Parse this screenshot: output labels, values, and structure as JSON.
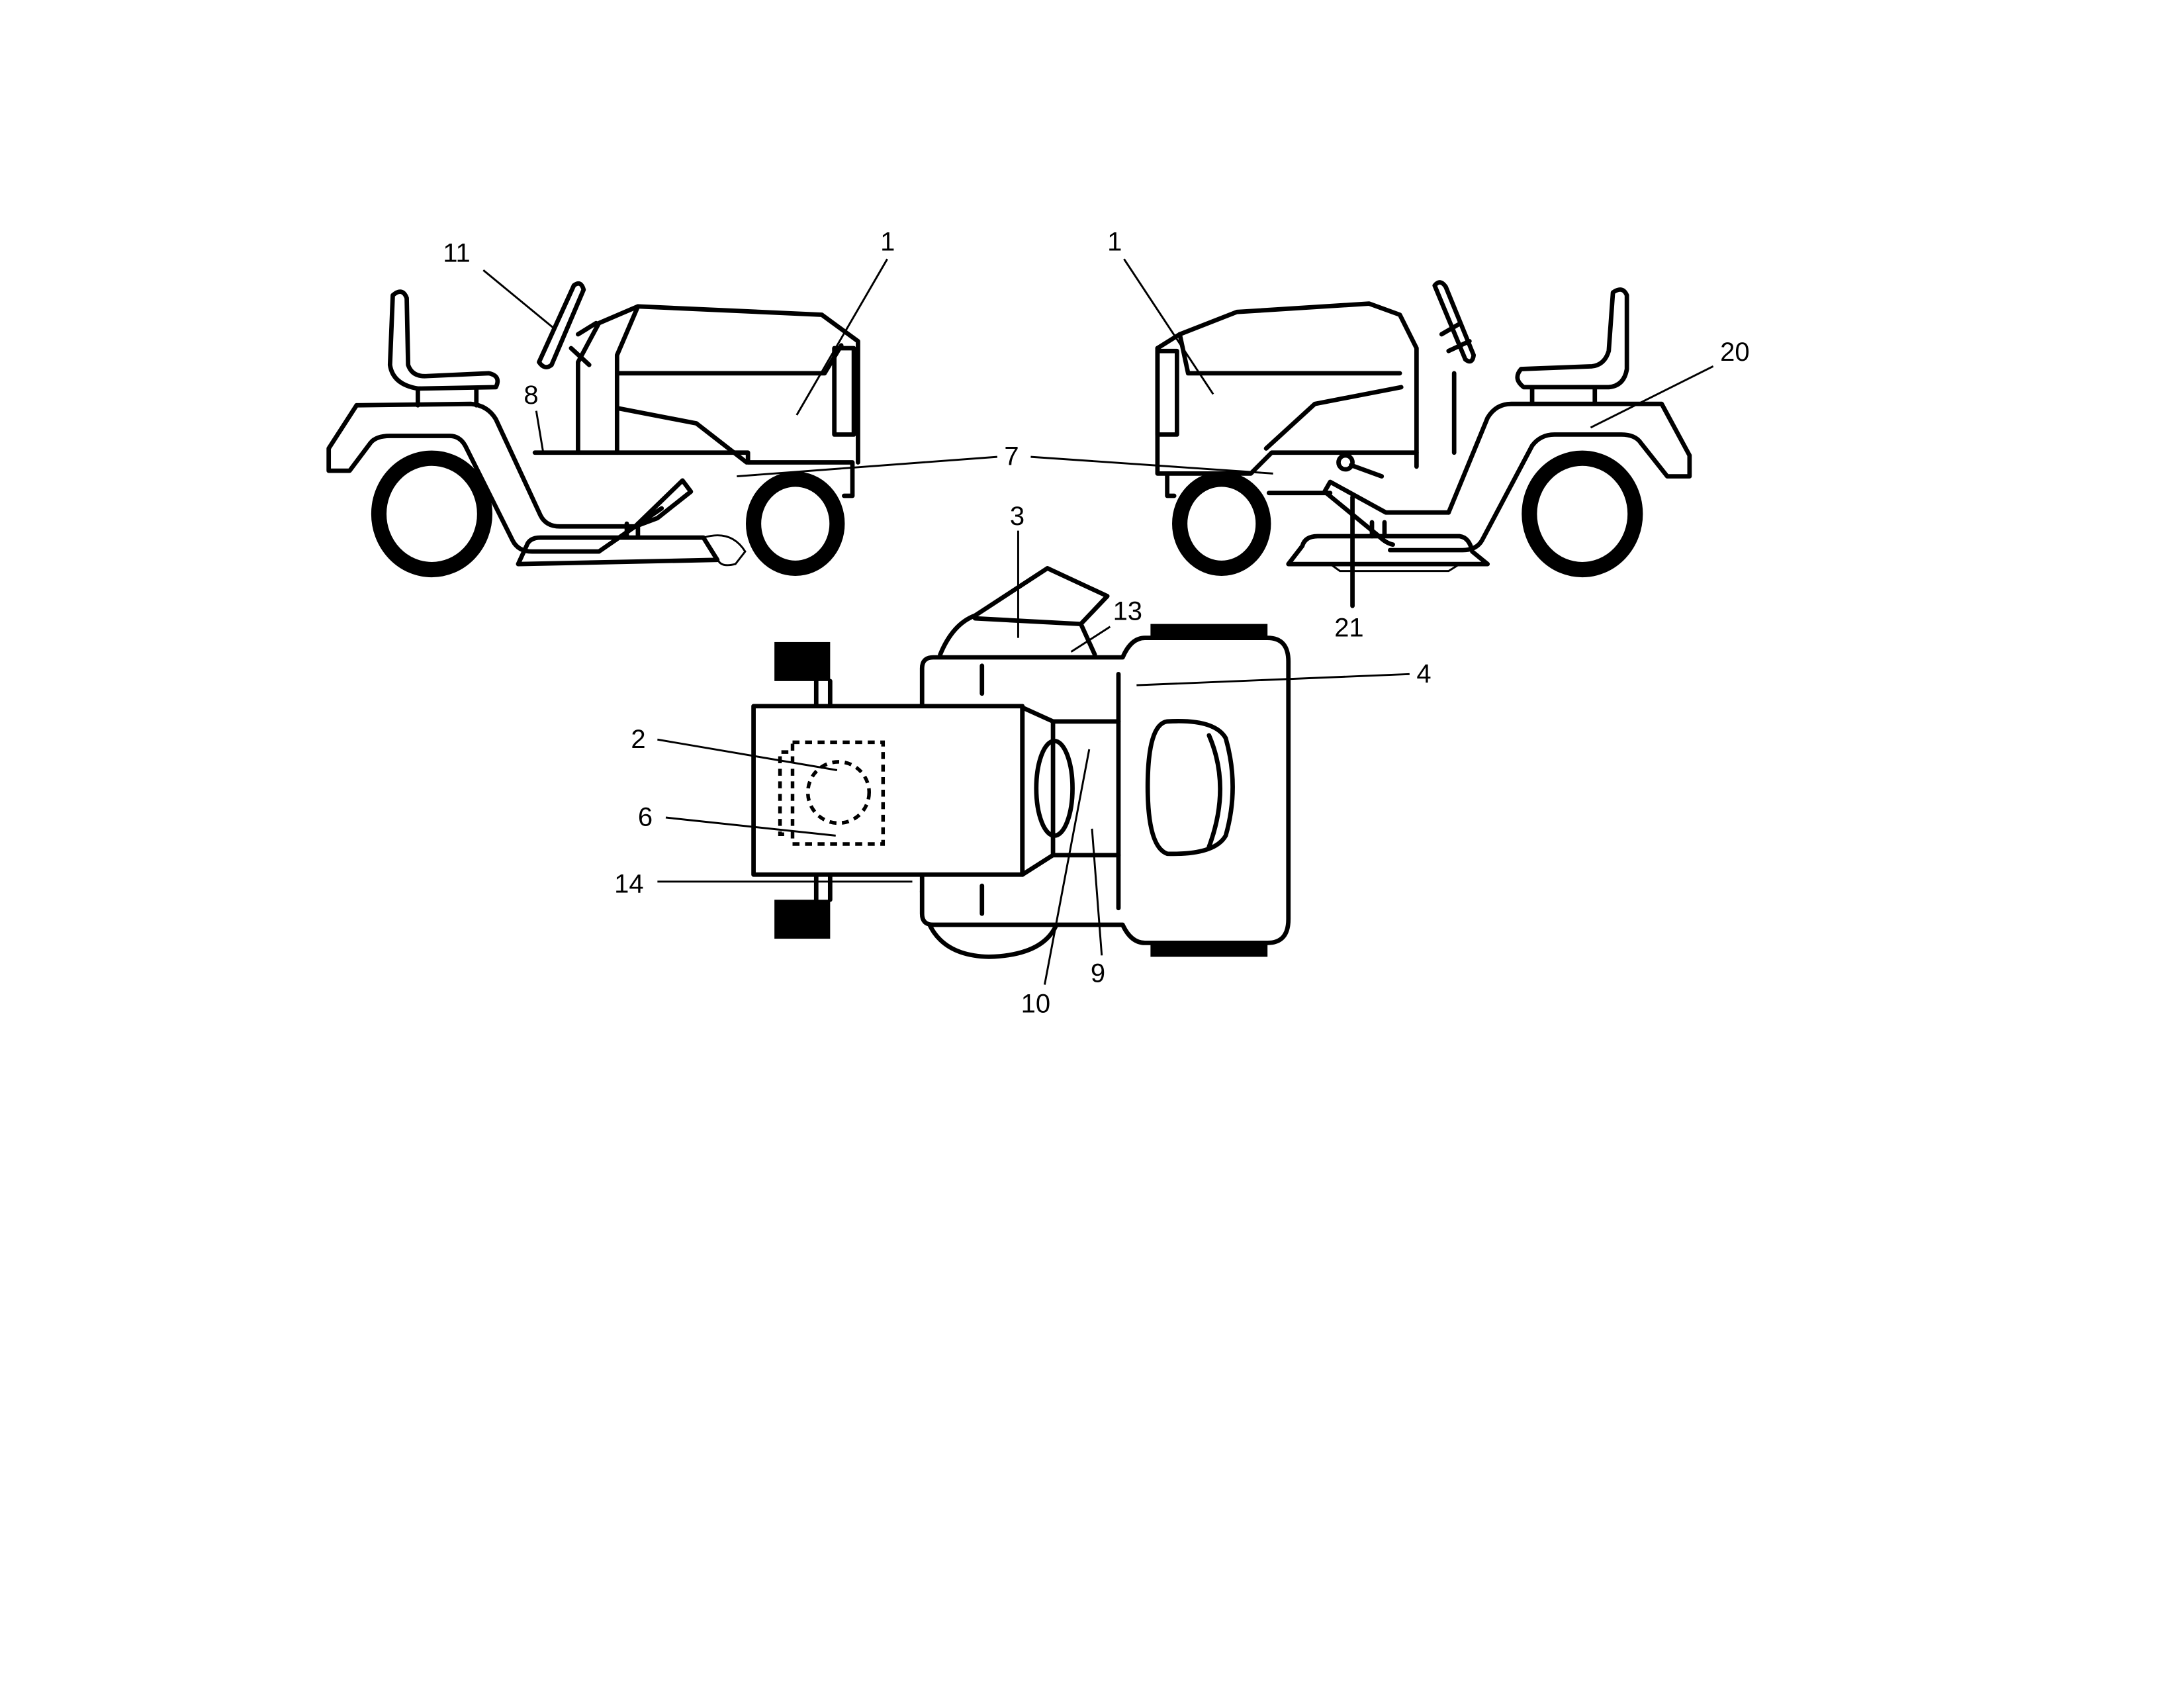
{
  "diagram": {
    "title": "Lawn tractor decal location diagram",
    "views": [
      "left-side-view",
      "right-side-view",
      "top-view"
    ],
    "line_color": "#000000",
    "background": "#ffffff",
    "callouts": {
      "c11": "11",
      "c1_left": "1",
      "c1_right": "1",
      "c8": "8",
      "c7": "7",
      "c20": "20",
      "c21": "21",
      "c3": "3",
      "c13": "13",
      "c4": "4",
      "c2": "2",
      "c6": "6",
      "c14": "14",
      "c10": "10",
      "c9": "9"
    }
  }
}
